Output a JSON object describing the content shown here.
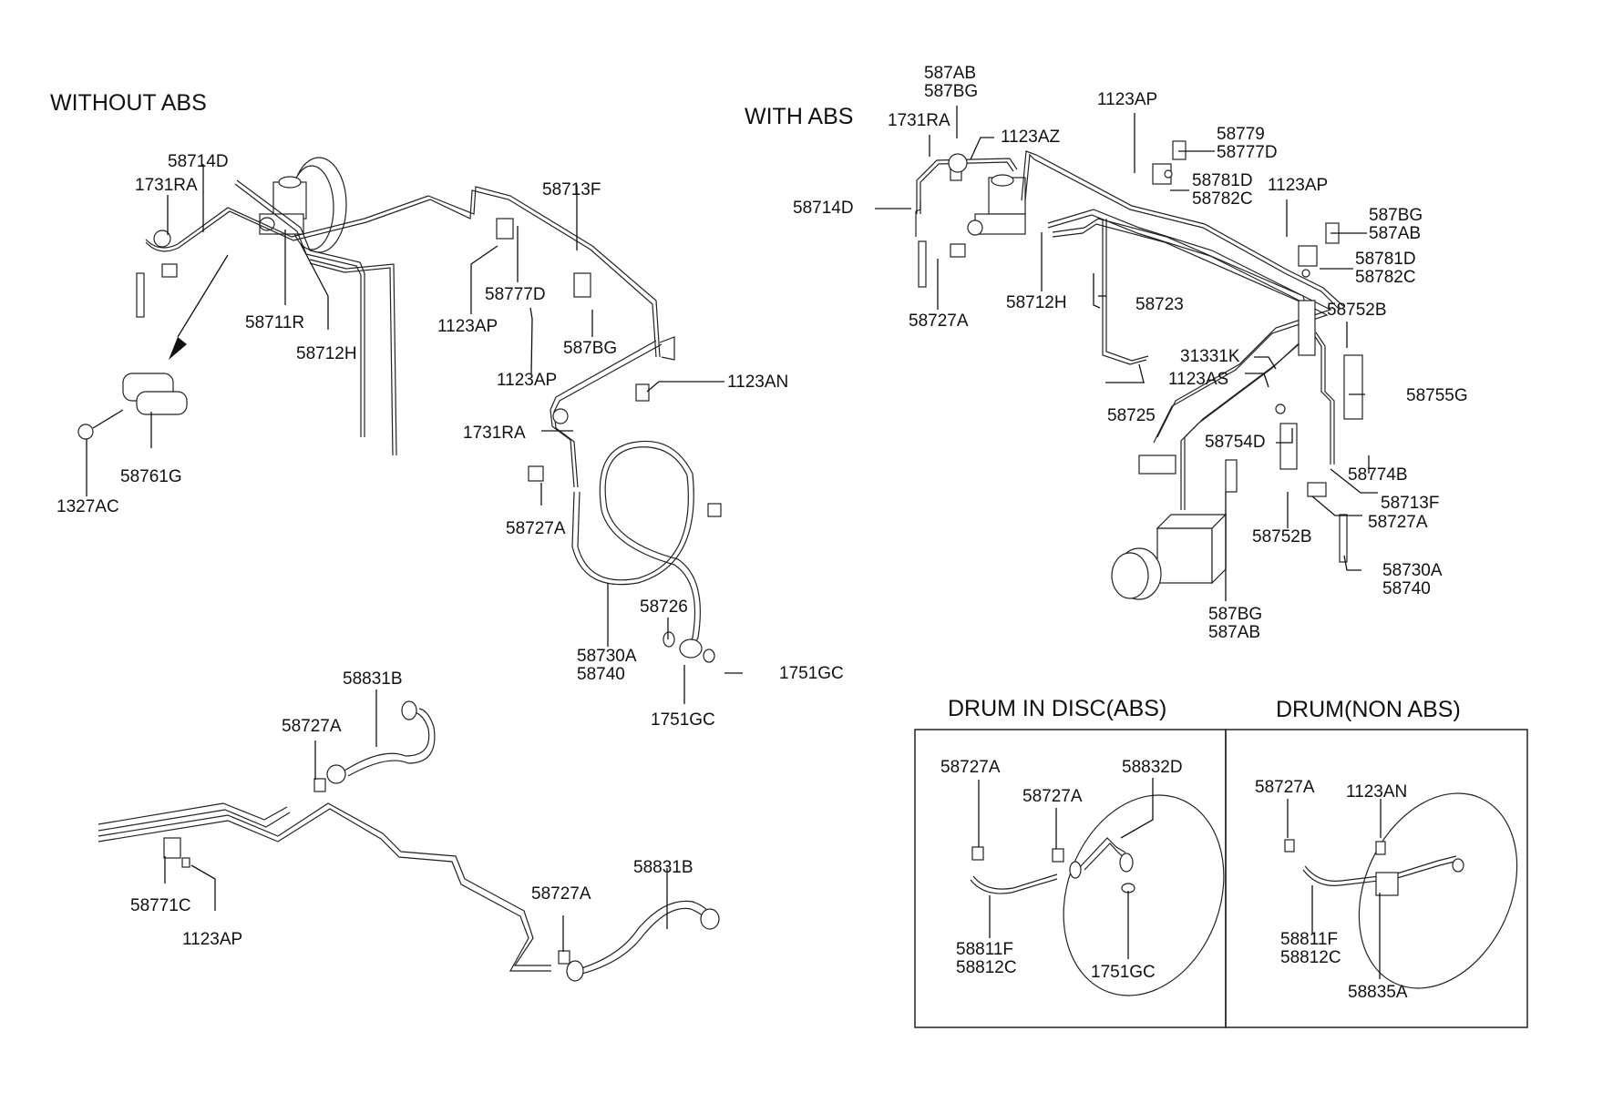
{
  "sections": {
    "without_abs": "WITHOUT ABS",
    "with_abs": "WITH ABS",
    "drum_in_disc_abs": "DRUM IN DISC(ABS)",
    "drum_non_abs": "DRUM(NON ABS)"
  },
  "labels": {
    "wo_58714D": "58714D",
    "wo_1731RA": "1731RA",
    "wo_58711R": "58711R",
    "wo_58712H": "58712H",
    "wo_58761G": "58761G",
    "wo_1327AC": "1327AC",
    "wo_58713F": "58713F",
    "wo_58777D": "58777D",
    "wo_1123AP_a": "1123AP",
    "wo_587BG": "587BG",
    "wo_1123AP_b": "1123AP",
    "wo_1123AN": "1123AN",
    "wo_1731RA_b": "1731RA",
    "wo_58727A": "58727A",
    "wo_58730A": "58730A\n58740",
    "wo_58726": "58726",
    "wo_1751GC_a": "1751GC",
    "wo_1751GC_b": "1751GC",
    "rear_58831B_a": "58831B",
    "rear_58727A_a": "58727A",
    "rear_58771C": "58771C",
    "rear_1123AP": "1123AP",
    "rear_58727A_b": "58727A",
    "rear_58831B_b": "58831B",
    "w_587AB_587BG": "587AB\n587BG",
    "w_1731RA": "1731RA",
    "w_1123AZ": "1123AZ",
    "w_58714D": "58714D",
    "w_58727A": "58727A",
    "w_58712H": "58712H",
    "w_58723": "58723",
    "w_58725": "58725",
    "w_1123AP_a": "1123AP",
    "w_58779_58777D": "58779\n58777D",
    "w_58781D_58782C_a": "58781D\n58782C",
    "w_1123AP_b": "1123AP",
    "w_587BG_587AB_a": "587BG\n587AB",
    "w_58781D_58782C_b": "58781D\n58782C",
    "w_58752B_a": "58752B",
    "w_31331K": "31331K",
    "w_1123AS": "1123AS",
    "w_58755G": "58755G",
    "w_58754D": "58754D",
    "w_58774B": "58774B",
    "w_58713F": "58713F",
    "w_58727A_b": "58727A",
    "w_58752B_b": "58752B",
    "w_58730A_58740": "58730A\n58740",
    "w_587BG_587AB_b": "587BG\n587AB",
    "did_58727A_a": "58727A",
    "did_58727A_b": "58727A",
    "did_58832D": "58832D",
    "did_58811F_58812C": "58811F\n58812C",
    "did_1751GC": "1751GC",
    "dn_58727A": "58727A",
    "dn_1123AN": "1123AN",
    "dn_58811F_58812C": "58811F\n58812C",
    "dn_58835A": "58835A"
  }
}
